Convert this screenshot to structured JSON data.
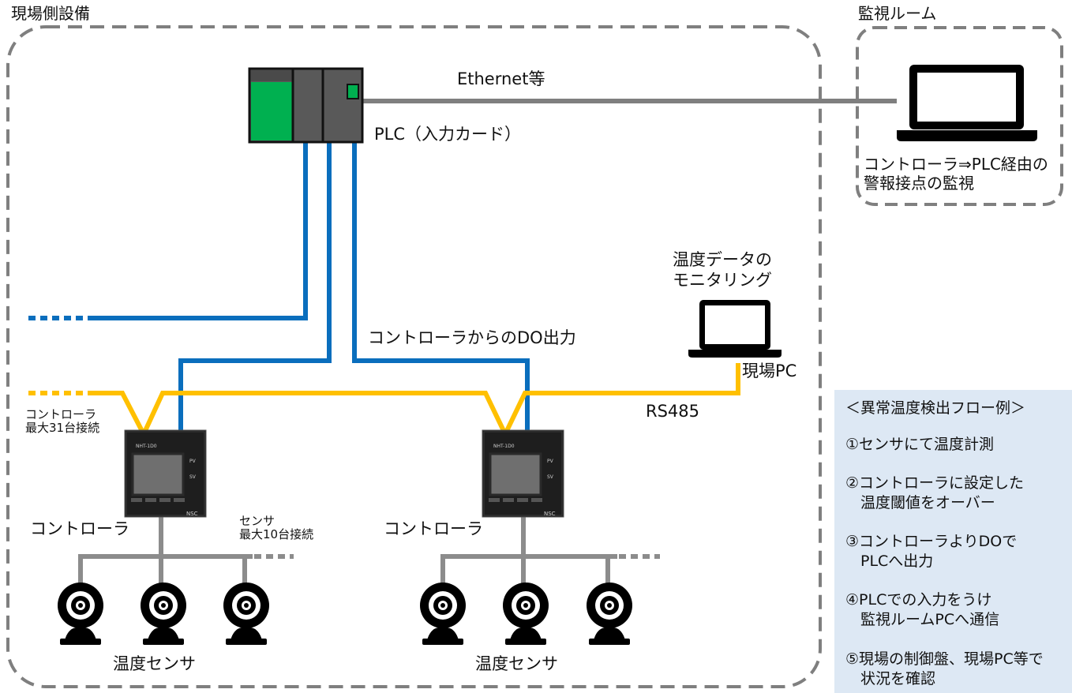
{
  "zones": {
    "field": "現場側設備",
    "monitor_room": "監視ルーム"
  },
  "labels": {
    "ethernet": "Ethernet等",
    "plc": "PLC（入力カード）",
    "room_pc_caption": "コントローラ⇒PLC経由の\n警報接点の監視",
    "monitor_pc_caption": "温度データの\nモニタリング",
    "do_output": "コントローラからのDO出力",
    "field_pc": "現場PC",
    "rs485": "RS485",
    "controller_max": "コントローラ\n最大31台接続",
    "sensor_max": "センサ\n最大10台接続",
    "controller_left": "コントローラ",
    "controller_right": "コントローラ",
    "temp_sensor_left": "温度センサ",
    "temp_sensor_right": "温度センサ",
    "device_model": "NHT-1D0",
    "device_pv": "PV",
    "device_sv": "SV",
    "device_brand": "NSC"
  },
  "flow": {
    "title": "＜異常温度検出フロー例＞",
    "steps": [
      "①センサにて温度計測",
      "②コントローラに設定した\n　温度閾値をオーバー",
      "③コントローラよりDOで\n　PLCへ出力",
      "④PLCでの入力をうけ\n　監視ルームPCへ通信",
      "⑤現場の制御盤、現場PC等で\n　状況を確認"
    ]
  },
  "colors": {
    "do_line": "#0a6ebd",
    "rs485_line": "#ffc000",
    "ethernet_line": "#7f7f7f",
    "plc_green": "#00b050",
    "plc_body": "#595959",
    "flow_bg": "#dde8f4"
  }
}
